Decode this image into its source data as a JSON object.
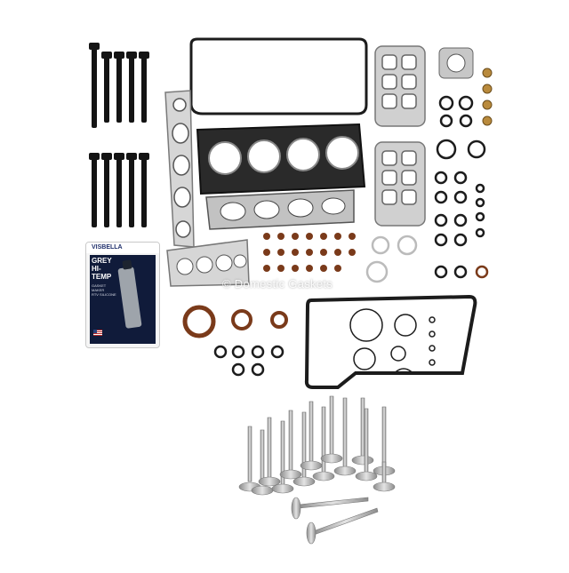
{
  "watermark": "© Domestic Gaskets",
  "product": {
    "brand": "VISBELLA",
    "line1": "GREY",
    "line2": "HI-TEMP",
    "line3": "GASKET MAKER",
    "line4": "RTV SILICONE"
  },
  "colors": {
    "gasket_black": "#1c1c1c",
    "gasket_grey": "#b9b9b9",
    "seal_brown": "#7a3a1a",
    "valve_steel": "#b8b8b8",
    "bolt_black": "#141414",
    "bronze_plug": "#b98a3c"
  }
}
